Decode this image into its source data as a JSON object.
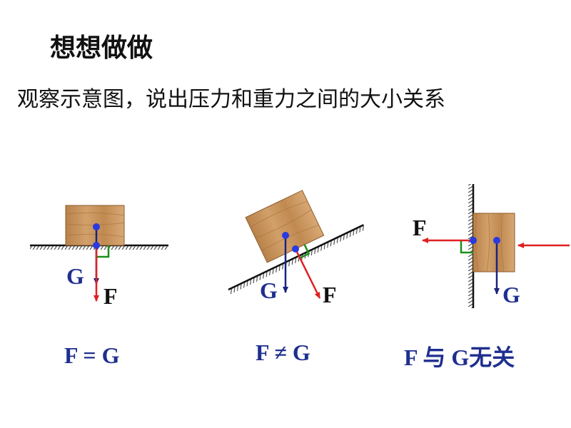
{
  "title": "想想做做",
  "subtitle": "观察示意图，说出压力和重力之间的大小关系",
  "diagrams": [
    {
      "id": "horizontal",
      "label_G": "G",
      "label_F": "F",
      "caption": "F = G"
    },
    {
      "id": "incline",
      "label_G": "G",
      "label_F": "F",
      "caption": "F ≠ G"
    },
    {
      "id": "wall",
      "label_G": "G",
      "label_F": "F",
      "caption": "F 与 G无关"
    }
  ],
  "colors": {
    "gravity_arrow": "#1a237e",
    "pressure_arrow": "#e02020",
    "right_angle": "#1a8f1a",
    "point": "#2a3ae0",
    "block": "#c8955e",
    "caption": "#1f2f8f"
  }
}
